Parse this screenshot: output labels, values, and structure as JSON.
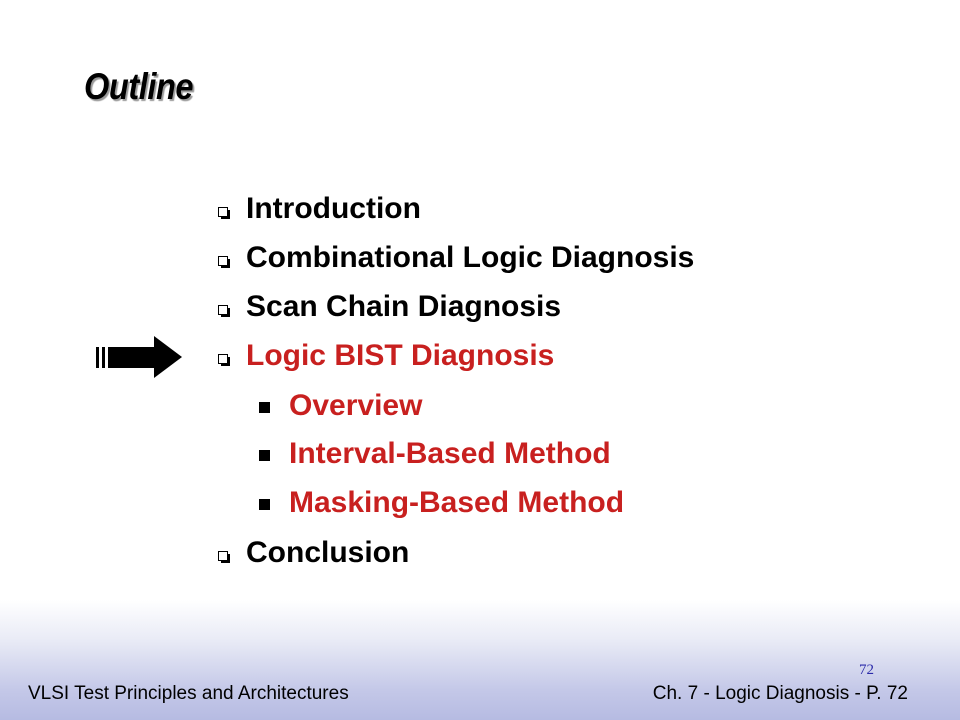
{
  "slide": {
    "title": "Outline",
    "items": [
      {
        "text": "Introduction",
        "level": 1,
        "active": false
      },
      {
        "text": "Combinational Logic Diagnosis",
        "level": 1,
        "active": false
      },
      {
        "text": "Scan Chain Diagnosis",
        "level": 1,
        "active": false
      },
      {
        "text": "Logic BIST Diagnosis",
        "level": 1,
        "active": true
      },
      {
        "text": "Overview",
        "level": 2,
        "active": true
      },
      {
        "text": "Interval-Based Method",
        "level": 2,
        "active": true
      },
      {
        "text": "Masking-Based Method",
        "level": 2,
        "active": true
      },
      {
        "text": "Conclusion",
        "level": 1,
        "active": false
      }
    ],
    "current_marker": "arrow-icon"
  },
  "footer": {
    "left": "VLSI Test Principles and Architectures",
    "right": "Ch. 7 - Logic Diagnosis  - P. 72",
    "page_number": "72"
  },
  "colors": {
    "active_text": "#c8201f",
    "normal_text": "#000000",
    "page_number": "#2b2baa"
  }
}
